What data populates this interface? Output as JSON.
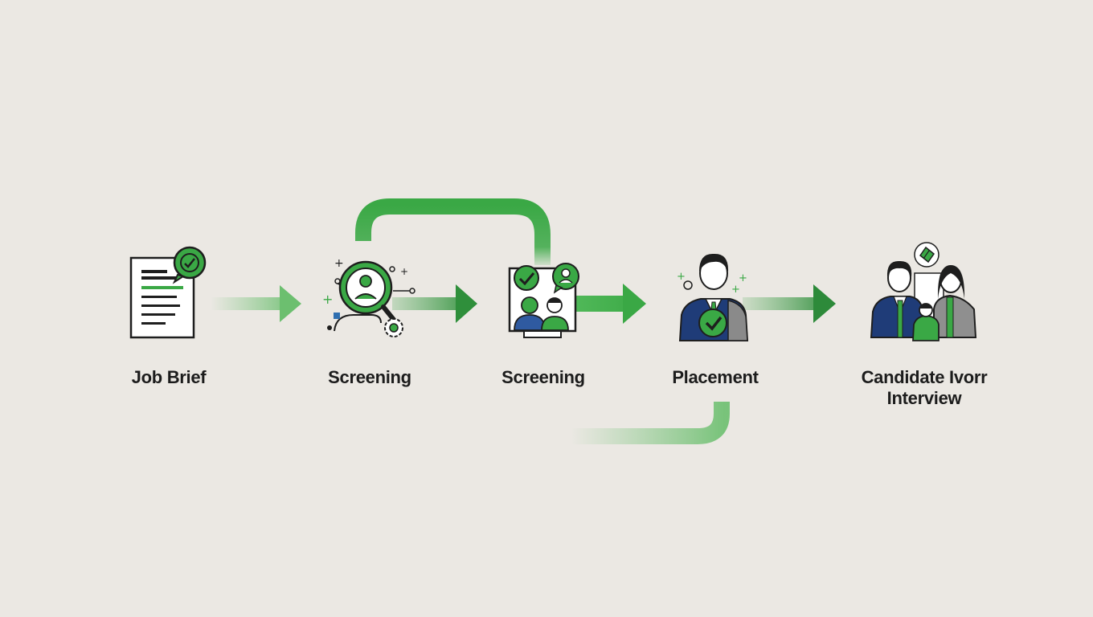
{
  "diagram": {
    "steps": [
      {
        "label": "Job Brief"
      },
      {
        "label": "Screening"
      },
      {
        "label": "Screening"
      },
      {
        "label": "Placement"
      },
      {
        "label_line1": "Candidate Ivorr",
        "label_line2": "Interview"
      }
    ],
    "colors": {
      "background": "#ebe8e3",
      "accent_green": "#3aa845",
      "dark_green": "#2d8a3a",
      "navy": "#1f3c78",
      "outline": "#1e1e1e"
    },
    "icons": [
      "document-check-icon",
      "search-profile-gear-icon",
      "video-interview-icon",
      "businessman-check-icon",
      "team-handshake-icon"
    ]
  }
}
